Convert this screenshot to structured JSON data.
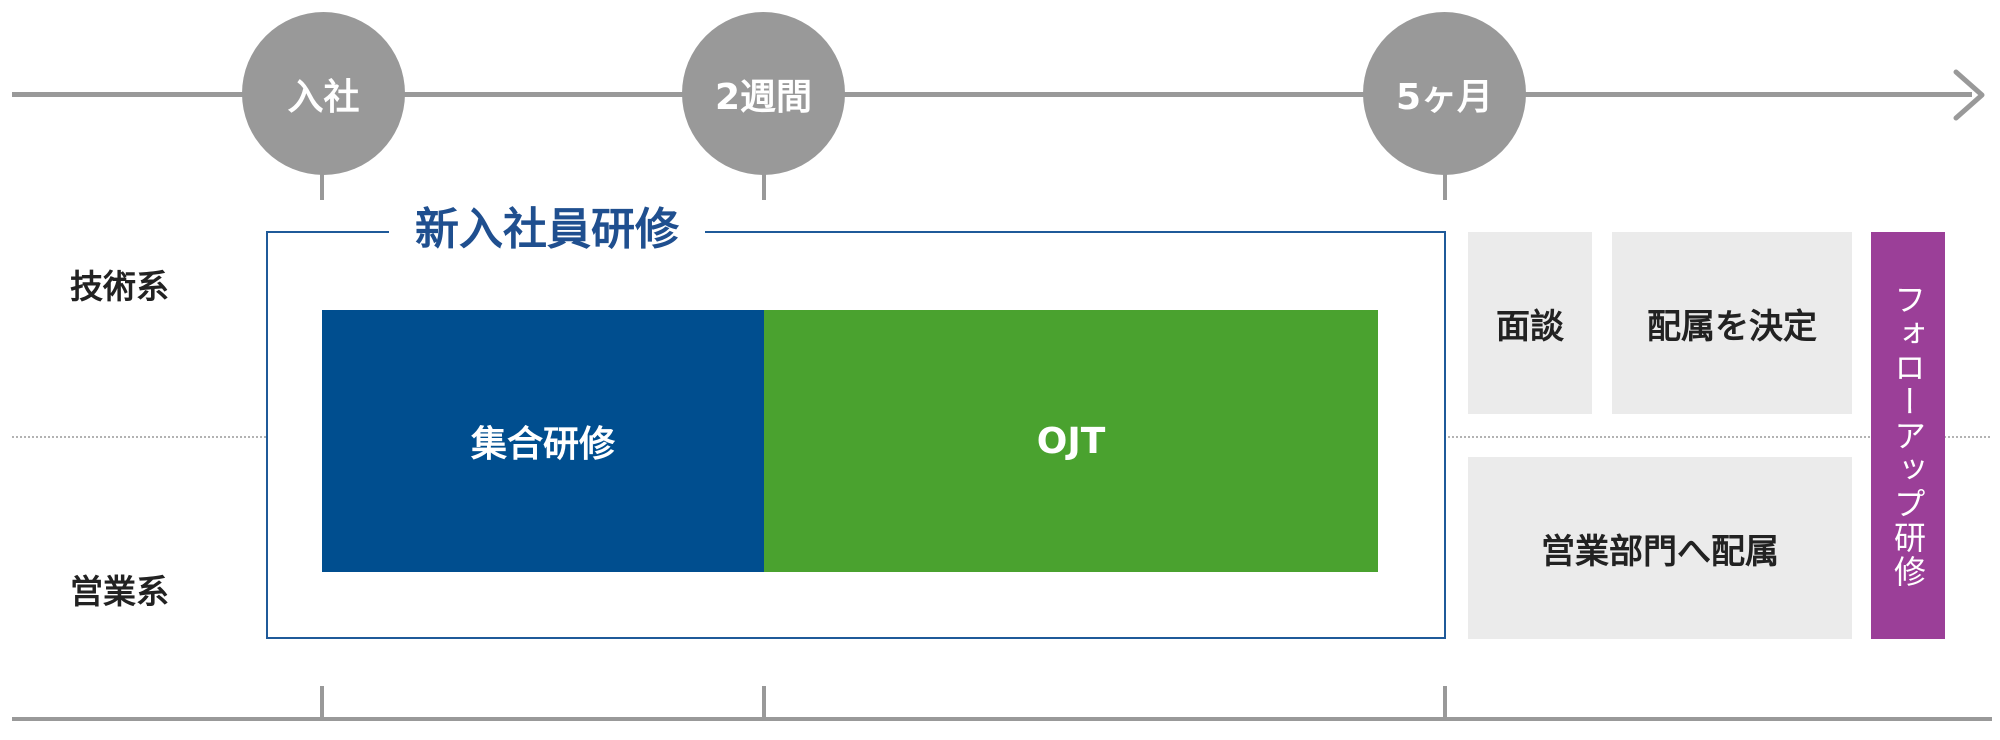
{
  "milestones": {
    "join": "入社",
    "two_weeks": "2週間",
    "five_months": "5ヶ月"
  },
  "rows": {
    "technical": "技術系",
    "sales": "営業系"
  },
  "program": {
    "title": "新入社員研修",
    "group_training": "集合研修",
    "ojt": "OJT"
  },
  "after": {
    "interview": "面談",
    "assignment": "配属を決定",
    "sales_assignment": "営業部門へ配属",
    "followup": "フォローアップ研修"
  },
  "colors": {
    "timeline": "#999999",
    "group_training": "#004e8f",
    "ojt": "#4aa22f",
    "frame": "#1f5a99",
    "followup": "#9b3f98",
    "box": "#ebebeb"
  }
}
